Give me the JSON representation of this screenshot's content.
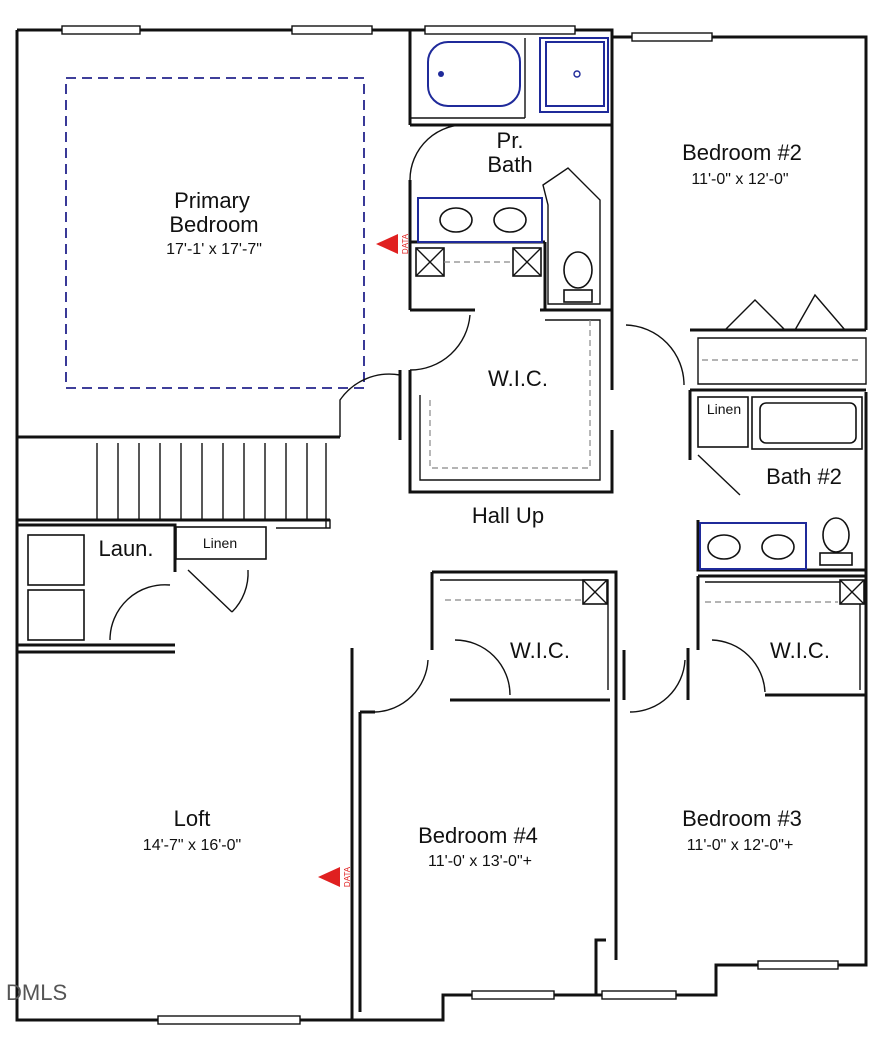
{
  "rooms": {
    "primary_bedroom": {
      "name_line1": "Primary",
      "name_line2": "Bedroom",
      "dims": "17'-1' x 17'-7\""
    },
    "primary_bath": {
      "name_line1": "Pr.",
      "name_line2": "Bath"
    },
    "bedroom2": {
      "name": "Bedroom #2",
      "dims": "11'-0\" x 12'-0\""
    },
    "wic_primary": {
      "name": "W.I.C."
    },
    "linen_bath2": {
      "name": "Linen"
    },
    "bath2": {
      "name": "Bath #2"
    },
    "hall": {
      "name": "Hall Up"
    },
    "laundry": {
      "name": "Laun."
    },
    "linen_laundry": {
      "name": "Linen"
    },
    "wic_bed4": {
      "name": "W.I.C."
    },
    "wic_bed3": {
      "name": "W.I.C."
    },
    "loft": {
      "name": "Loft",
      "dims": "14'-7\" x 16'-0\""
    },
    "bedroom4": {
      "name": "Bedroom #4",
      "dims": "11'-0' x 13'-0\"+"
    },
    "bedroom3": {
      "name": "Bedroom #3",
      "dims": "11'-0\" x 12'-0\"+"
    }
  },
  "markers": {
    "data_label": "DATA"
  },
  "watermark": {
    "text": "DMLS"
  },
  "colors": {
    "walls": "#111111",
    "fixtures": "#1f2a9a",
    "markers": "#e02020",
    "ceiling_outline": "#24248c"
  }
}
